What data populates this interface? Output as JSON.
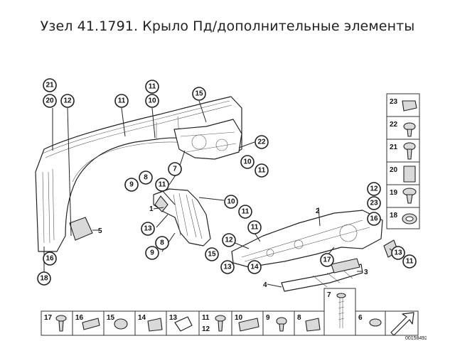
{
  "title": "Узел 41.1791. Крыло Пд/дополнительные элементы",
  "diagram_id": "00158492",
  "callouts": {
    "c21": "21",
    "c20": "20",
    "c12a": "12",
    "c11a": "11",
    "c11b": "11",
    "c10a": "10",
    "c15a": "15",
    "c22a": "22",
    "c10b": "10",
    "c11c": "11",
    "c7": "7",
    "c8a": "8",
    "c9a": "9",
    "c11d": "11",
    "c10c": "10",
    "c11e": "11",
    "c13a": "13",
    "c8b": "8",
    "c9b": "9",
    "c12b": "12",
    "c15b": "15",
    "c11f": "11",
    "c13b": "13",
    "c14": "14",
    "c17a": "17",
    "c13c": "13",
    "c11g": "11",
    "c16a": "16",
    "c18a": "18",
    "c12c": "12",
    "c23a": "23",
    "c16b": "16"
  },
  "labels": {
    "l1": "1",
    "l2": "2",
    "l3": "3",
    "l4": "4",
    "l5": "5",
    "l6": "6",
    "l7": "7"
  },
  "side_panel": [
    "23",
    "22",
    "21",
    "20",
    "19",
    "18"
  ],
  "bottom_row": [
    "17",
    "16",
    "15",
    "14",
    "13",
    "11",
    "12",
    "10",
    "9",
    "8"
  ]
}
